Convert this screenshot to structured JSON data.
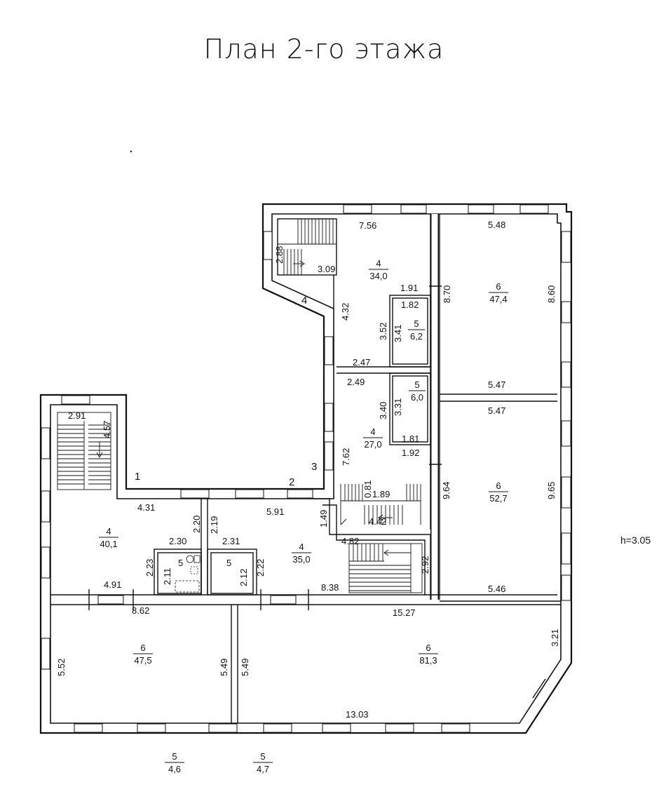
{
  "title": "План 2-го этажа",
  "height_note": "h=3.05",
  "rooms": [
    {
      "id": "r-34",
      "num": "4",
      "area": "34,0"
    },
    {
      "id": "r-474",
      "num": "6",
      "area": "47,4"
    },
    {
      "id": "r-62",
      "num": "5",
      "area": "6,2"
    },
    {
      "id": "r-60",
      "num": "5",
      "area": "6,0"
    },
    {
      "id": "r-27",
      "num": "4",
      "area": "27,0"
    },
    {
      "id": "r-527",
      "num": "6",
      "area": "52,7"
    },
    {
      "id": "r-401",
      "num": "4",
      "area": "40,1"
    },
    {
      "id": "r-350",
      "num": "4",
      "area": "35,0"
    },
    {
      "id": "r-475",
      "num": "6",
      "area": "47,5"
    },
    {
      "id": "r-813",
      "num": "6",
      "area": "81,3"
    },
    {
      "id": "r-46",
      "num": "5",
      "area": "4,6"
    },
    {
      "id": "r-47",
      "num": "5",
      "area": "4,7"
    }
  ],
  "small_room_labels": [
    "5",
    "5"
  ],
  "wall_marks": [
    "1",
    "2",
    "3",
    "4"
  ],
  "dims": {
    "d756": "7.56",
    "d548": "5.48",
    "d288": "2.88",
    "d309": "3.09",
    "d191": "1.91",
    "d182": "1.82",
    "d870": "8.70",
    "d860": "8.60",
    "d432": "4.32",
    "d352": "3.52",
    "d341": "3.41",
    "d247": "2.47",
    "d249": "2.49",
    "d547a": "5.47",
    "d547b": "5.47",
    "d340": "3.40",
    "d331": "3.31",
    "d181": "1.81",
    "d192": "1.92",
    "d762": "7.62",
    "d964": "9.64",
    "d965": "9.65",
    "d081": "0.81",
    "d189": "1.89",
    "d442": "4.42",
    "d291": "2.91",
    "d457": "4.57",
    "d431": "4.31",
    "d220": "2.20",
    "d219": "2.19",
    "d591": "5.91",
    "d149": "1.49",
    "d482": "4.82",
    "d230": "2.30",
    "d231": "2.31",
    "d223": "2.23",
    "d211": "2.11",
    "d212": "2.12",
    "d222": "2.22",
    "d292": "2.92",
    "d491": "4.91",
    "d838": "8.38",
    "d546": "5.46",
    "d862": "8.62",
    "d1527": "15.27",
    "d321": "3.21",
    "d552": "5.52",
    "d549a": "5.49",
    "d549b": "5.49",
    "d1303": "13.03"
  }
}
